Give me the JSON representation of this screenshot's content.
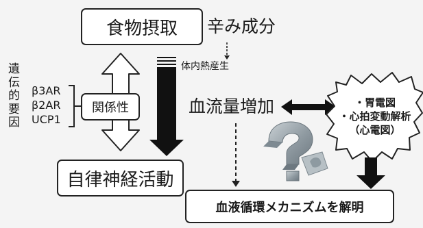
{
  "nodes": {
    "food_intake": "食物摂取",
    "spicy_component": "辛み成分",
    "body_heat": "体内熱産生",
    "genetic_factors": [
      "遺",
      "伝",
      "的",
      "要",
      "因"
    ],
    "genes": [
      "β3AR",
      "β2AR",
      "UCP1"
    ],
    "relationship": "関係性",
    "blood_flow": "血流量増加",
    "measurements": [
      "・胃電図",
      "・心拍変動解析",
      "（心電図）"
    ],
    "autonomic": "自律神経活動",
    "mechanism": "血液循環メカニズムを解明"
  },
  "colors": {
    "line": "#1a1a1a",
    "box_bg": "#ffffff",
    "page_bg": "#f4f4f4",
    "puzzle": "#9aa6ad"
  }
}
